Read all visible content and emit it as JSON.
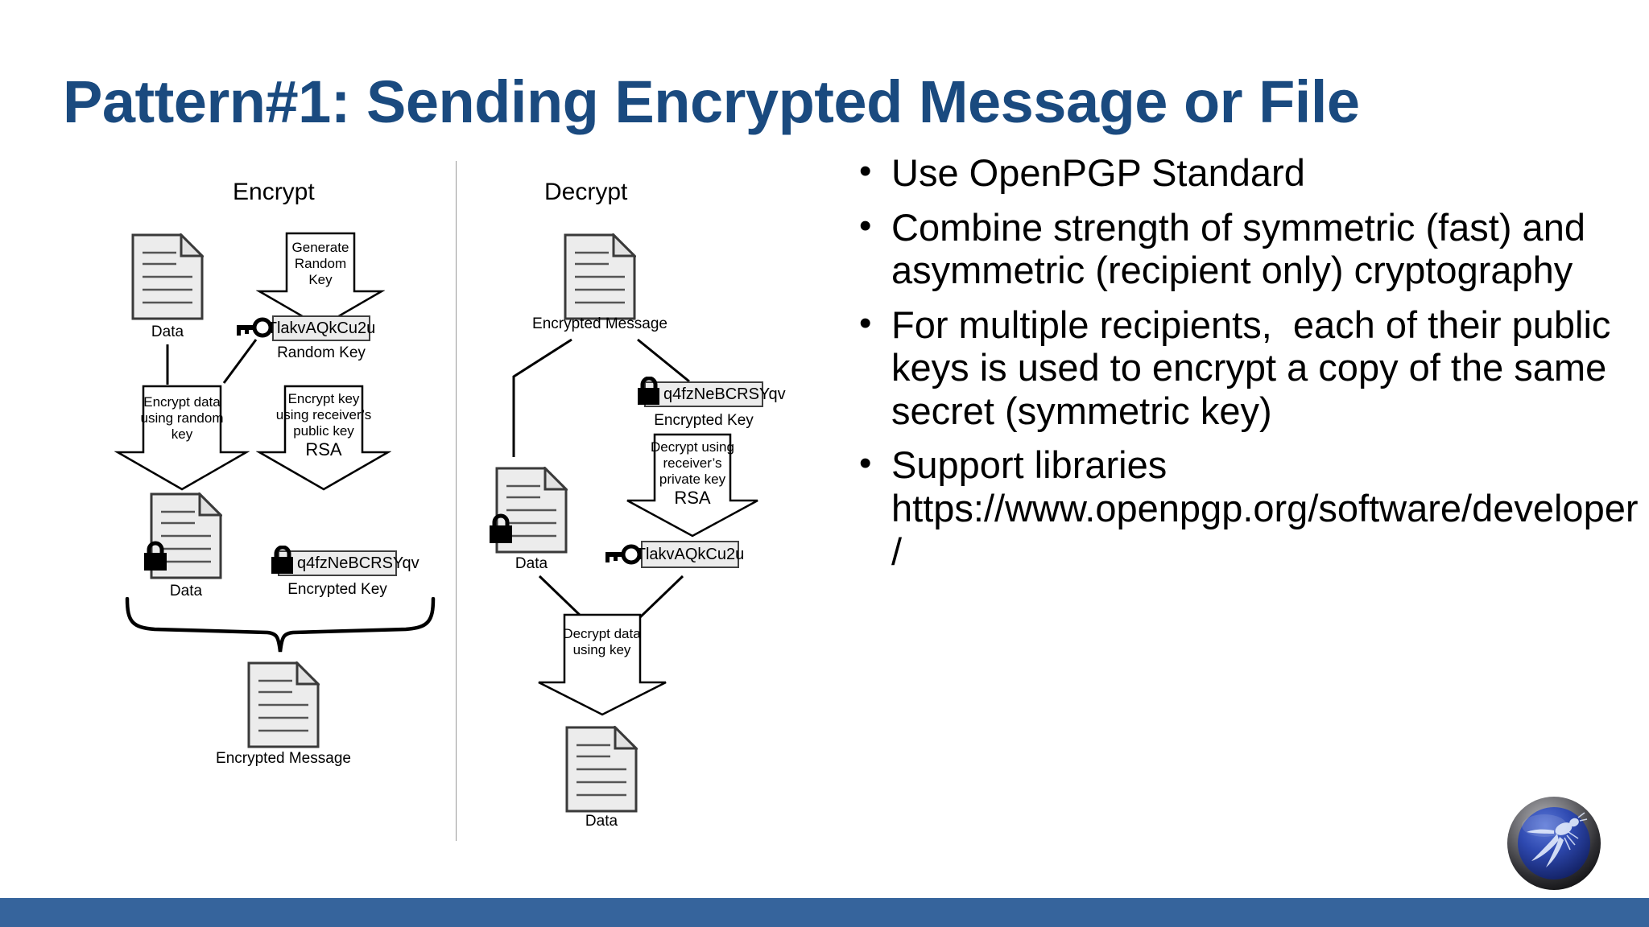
{
  "slide": {
    "title": "Pattern#1: Sending Encrypted Message or File",
    "title_color": "#1a4a7f",
    "bottom_bar_color": "#36649c",
    "background_color": "#ffffff"
  },
  "diagram": {
    "encrypt": {
      "heading": "Encrypt",
      "data_doc_caption": "Data",
      "generate_arrow_text": "Generate\nRandom\nKey",
      "random_key_value": "TlakvAQkCu2u",
      "random_key_caption": "Random Key",
      "encrypt_data_arrow_text": "Encrypt data\nusing random\nkey",
      "encrypt_key_arrow_text": "Encrypt key\nusing receiver’s\npublic key",
      "encrypt_key_algorithm": "RSA",
      "encrypted_data_caption": "Data",
      "encrypted_key_value": "q4fzNeBCRSYqv",
      "encrypted_key_caption": "Encrypted Key",
      "output_caption": "Encrypted Message"
    },
    "decrypt": {
      "heading": "Decrypt",
      "input_caption": "Encrypted Message",
      "encrypted_key_value": "q4fzNeBCRSYqv",
      "encrypted_key_caption": "Encrypted Key",
      "decrypt_key_arrow_text": "Decrypt using\nreceiver’s\nprivate key",
      "decrypt_key_algorithm": "RSA",
      "encrypted_data_caption": "Data",
      "random_key_value": "TlakvAQkCu2u",
      "decrypt_data_arrow_text": "Decrypt data\nusing key",
      "output_caption": "Data"
    }
  },
  "bullets": [
    {
      "marker": "•",
      "text": "Use OpenPGP Standard"
    },
    {
      "marker": "•",
      "text": "Combine strength of symmetric (fast) and asymmetric (recipient only) cryptography"
    },
    {
      "marker": "•",
      "text": "For multiple recipients,  each of their public keys is used to encrypt a copy of the same secret (symmetric key)"
    },
    {
      "marker": "•",
      "text": "Support libraries https://www.openpgp.org/software/developer/"
    }
  ],
  "logo": {
    "name": "owasp-logo",
    "ring_color": "#2b2b2b",
    "face_color": "#2a46a8"
  }
}
